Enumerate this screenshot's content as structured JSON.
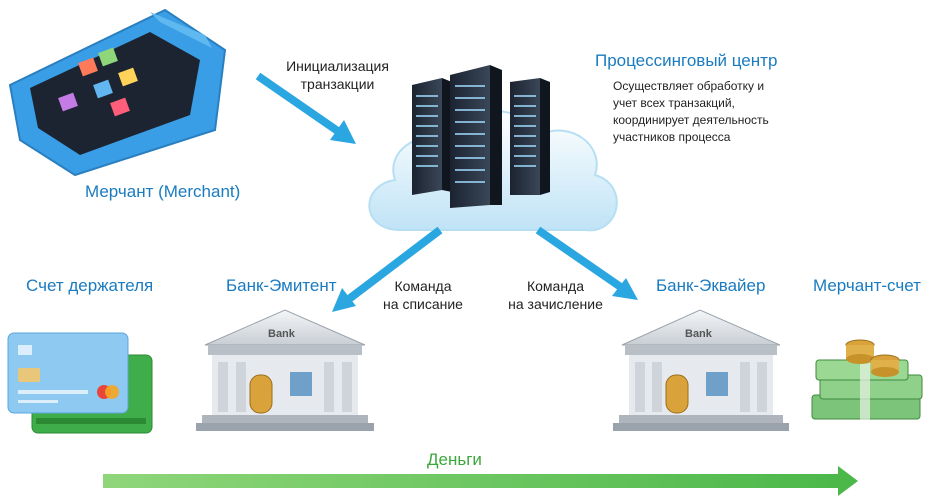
{
  "merchant": {
    "label": "Мерчант (Merchant)"
  },
  "arrows": {
    "init": {
      "line1": "Инициализация",
      "line2": "транзакции"
    },
    "debit": {
      "line1": "Команда",
      "line2": "на списание"
    },
    "credit": {
      "line1": "Команда",
      "line2": "на зачисление"
    }
  },
  "processing": {
    "title": "Процессинговый центр",
    "description": [
      "Осуществляет обработку и",
      "учет всех транзакций,",
      "координирует деятельность",
      "участников процесса"
    ]
  },
  "nodes": {
    "holder_account": "Счет держателя",
    "issuer_bank": "Банк-Эмитент",
    "acquirer_bank": "Банк-Эквайер",
    "merchant_account": "Мерчант-счет"
  },
  "bank_sign": "Bank",
  "money_flow": {
    "label": "Деньги"
  },
  "colors": {
    "label_blue": "#1a7bc0",
    "arrow_blue": "#2aa6e0",
    "money_green": "#3aa83a"
  }
}
